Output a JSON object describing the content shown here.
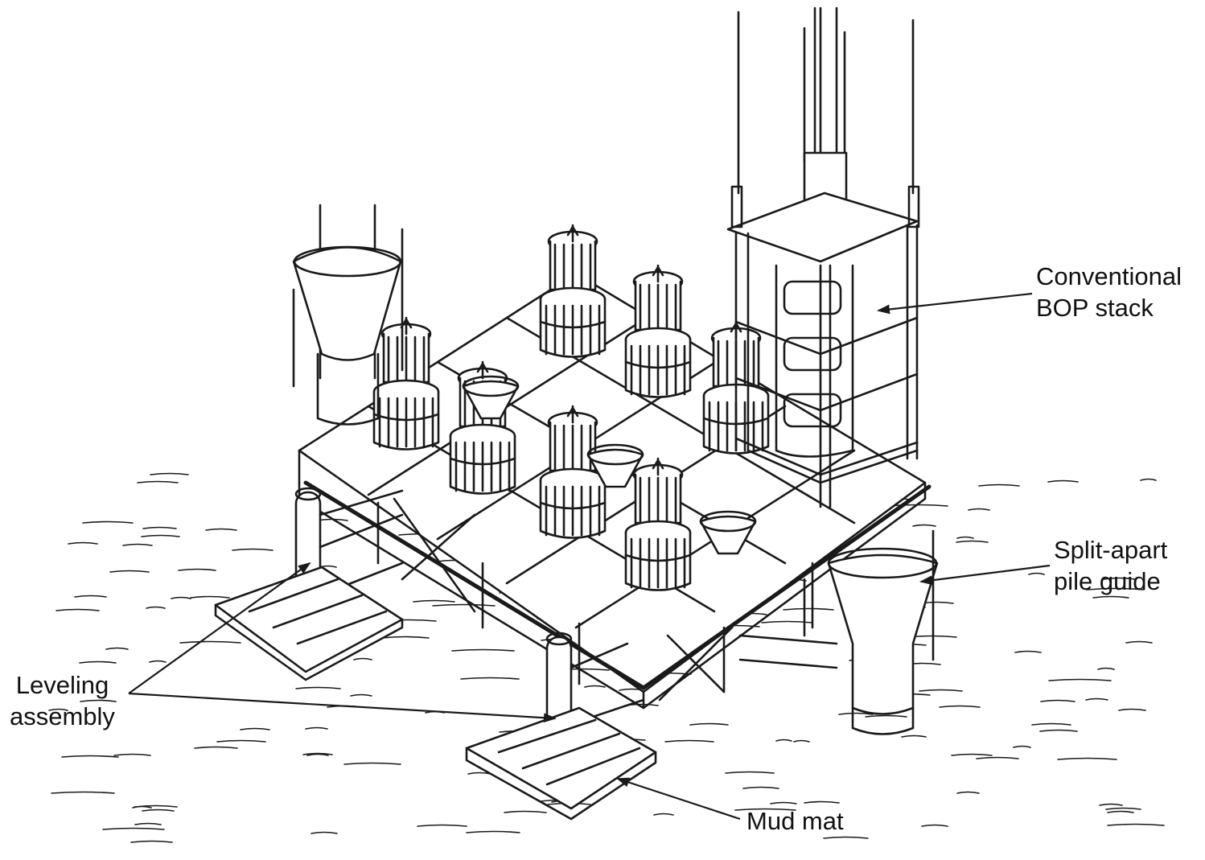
{
  "labels": {
    "conventional_bop_stack": [
      "Conventional",
      "BOP stack"
    ],
    "split_apart_pile_guide": [
      "Split-apart",
      "pile guide"
    ],
    "leveling_assembly": [
      "Leveling",
      "assembly"
    ],
    "mud_mat": "Mud mat"
  },
  "colors": {
    "ink": "#1a1a1a",
    "background": "#ffffff"
  }
}
